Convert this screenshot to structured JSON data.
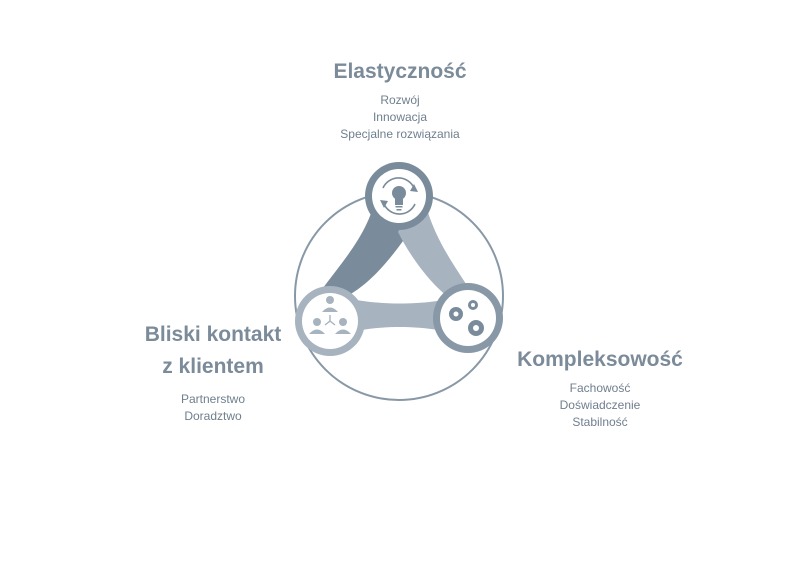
{
  "top": {
    "title": "Elastyczność",
    "items": [
      "Rozwój",
      "Innowacja",
      "Specjalne rozwiązania"
    ]
  },
  "left": {
    "title_line1": "Bliski kontakt",
    "title_line2": "z klientem",
    "items": [
      "Partnerstwo",
      "Doradztwo"
    ]
  },
  "right": {
    "title": "Kompleksowość",
    "items": [
      "Fachowość",
      "Doświadczenie",
      "Stabilność"
    ]
  },
  "icons": {
    "top": "lightbulb-cycle-icon",
    "left": "people-network-icon",
    "right": "gears-icon"
  },
  "colors": {
    "dark": "#7a8c9b",
    "mid": "#a7b3bf",
    "ring": "#8898a7",
    "text": "#6f7f8d"
  }
}
